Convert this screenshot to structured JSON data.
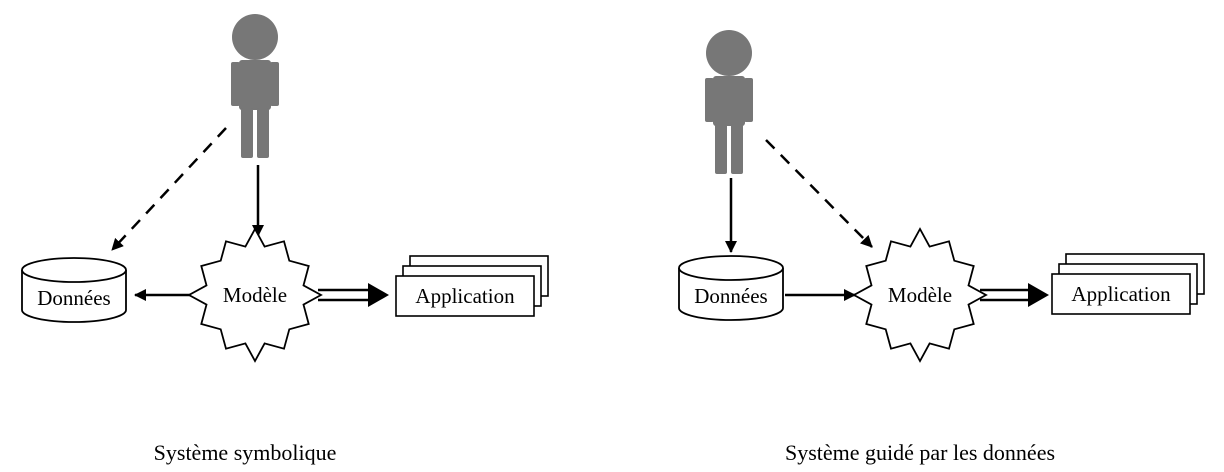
{
  "diagrams": [
    {
      "caption": "Système symbolique",
      "nodes": {
        "data": "Données",
        "model": "Modèle",
        "application": "Application"
      }
    },
    {
      "caption": "Système guidé par les données",
      "nodes": {
        "data": "Données",
        "model": "Modèle",
        "application": "Application"
      }
    }
  ],
  "colors": {
    "person": "#777777",
    "stroke": "#000000",
    "background": "#ffffff"
  }
}
